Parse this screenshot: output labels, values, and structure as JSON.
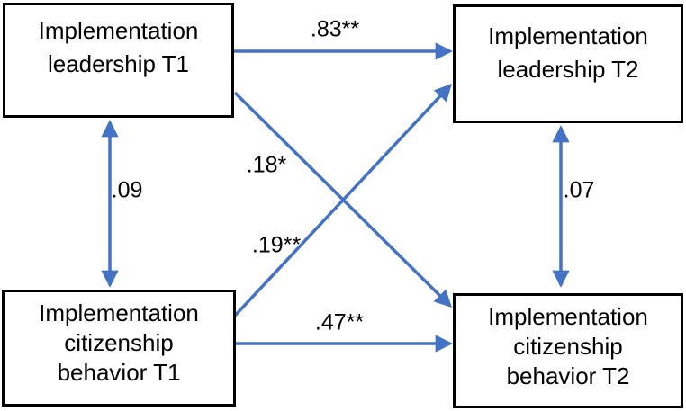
{
  "diagram": {
    "type": "cross-lagged-path-model",
    "colors": {
      "arrow": "#4472C4",
      "node_border": "#000000",
      "node_fill": "#FFFFFF",
      "text": "#000000"
    },
    "nodes": {
      "leadership_t1": {
        "label": "Implementation\nleadership T1"
      },
      "leadership_t2": {
        "label": "Implementation\nleadership T2"
      },
      "citizenship_t1": {
        "label": "Implementation\ncitizenship\nbehavior T1"
      },
      "citizenship_t2": {
        "label": "Implementation\ncitizenship\nbehavior T2"
      }
    },
    "edges": {
      "leadership_t1_to_leadership_t2": {
        "coefficient": ".83**",
        "type": "directed"
      },
      "leadership_t1_to_citizenship_t2": {
        "coefficient": ".18*",
        "type": "directed"
      },
      "citizenship_t1_to_leadership_t2": {
        "coefficient": ".19**",
        "type": "directed"
      },
      "citizenship_t1_to_citizenship_t2": {
        "coefficient": ".47**",
        "type": "directed"
      },
      "leadership_t1_with_citizenship_t1": {
        "coefficient": ".09",
        "type": "bidirectional"
      },
      "leadership_t2_with_citizenship_t2": {
        "coefficient": ".07",
        "type": "bidirectional"
      }
    }
  }
}
